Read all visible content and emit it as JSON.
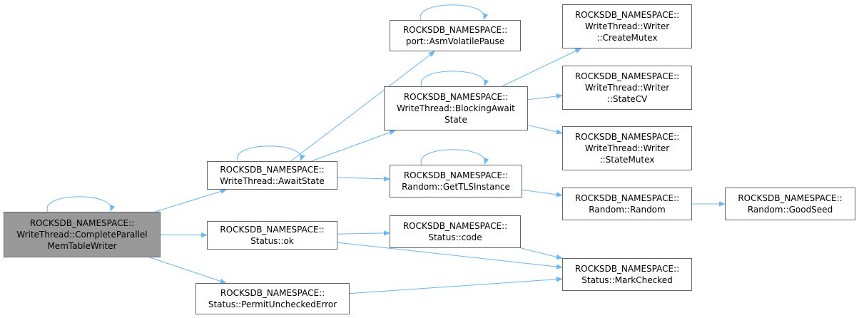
{
  "colors": {
    "edge": "#63b8ff",
    "node_border": "#666666",
    "root_fill": "#999999"
  },
  "nodes": {
    "complete": {
      "lines": [
        "ROCKSDB_NAMESPACE::",
        "WriteThread::CompleteParallel",
        "MemTableWriter"
      ]
    },
    "await": {
      "lines": [
        "ROCKSDB_NAMESPACE::",
        "WriteThread::AwaitState"
      ]
    },
    "statusok": {
      "lines": [
        "ROCKSDB_NAMESPACE::",
        "Status::ok"
      ]
    },
    "permit": {
      "lines": [
        "ROCKSDB_NAMESPACE::",
        "Status::PermitUncheckedError"
      ]
    },
    "asmpause": {
      "lines": [
        "ROCKSDB_NAMESPACE::",
        "port::AsmVolatilePause"
      ]
    },
    "blocking": {
      "lines": [
        "ROCKSDB_NAMESPACE::",
        "WriteThread::BlockingAwait",
        "State"
      ]
    },
    "gettls": {
      "lines": [
        "ROCKSDB_NAMESPACE::",
        "Random::GetTLSInstance"
      ]
    },
    "statuscode": {
      "lines": [
        "ROCKSDB_NAMESPACE::",
        "Status::code"
      ]
    },
    "createmutex": {
      "lines": [
        "ROCKSDB_NAMESPACE::",
        "WriteThread::Writer",
        "::CreateMutex"
      ]
    },
    "statecv": {
      "lines": [
        "ROCKSDB_NAMESPACE::",
        "WriteThread::Writer",
        "::StateCV"
      ]
    },
    "statemutex": {
      "lines": [
        "ROCKSDB_NAMESPACE::",
        "WriteThread::Writer",
        "::StateMutex"
      ]
    },
    "random": {
      "lines": [
        "ROCKSDB_NAMESPACE::",
        "Random::Random"
      ]
    },
    "markchecked": {
      "lines": [
        "ROCKSDB_NAMESPACE::",
        "Status::MarkChecked"
      ]
    },
    "goodseed": {
      "lines": [
        "ROCKSDB_NAMESPACE::",
        "Random::GoodSeed"
      ]
    }
  },
  "edges": [
    [
      "complete",
      "complete"
    ],
    [
      "complete",
      "await"
    ],
    [
      "complete",
      "statusok"
    ],
    [
      "complete",
      "permit"
    ],
    [
      "await",
      "await"
    ],
    [
      "await",
      "asmpause"
    ],
    [
      "await",
      "blocking"
    ],
    [
      "await",
      "gettls"
    ],
    [
      "asmpause",
      "asmpause"
    ],
    [
      "blocking",
      "blocking"
    ],
    [
      "blocking",
      "createmutex"
    ],
    [
      "blocking",
      "statecv"
    ],
    [
      "blocking",
      "statemutex"
    ],
    [
      "gettls",
      "gettls"
    ],
    [
      "gettls",
      "random"
    ],
    [
      "random",
      "goodseed"
    ],
    [
      "statusok",
      "statuscode"
    ],
    [
      "statusok",
      "markchecked"
    ],
    [
      "statuscode",
      "markchecked"
    ],
    [
      "permit",
      "markchecked"
    ]
  ]
}
